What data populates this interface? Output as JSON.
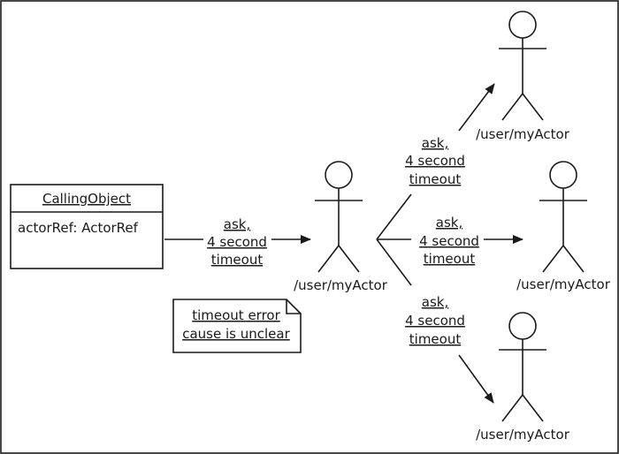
{
  "calling_object": {
    "name": "CallingObject",
    "attribute": "actorRef: ActorRef"
  },
  "note": {
    "line1": "timeout error",
    "line2": "cause is unclear"
  },
  "actors": {
    "center": "/user/myActor",
    "top": "/user/myActor",
    "middle": "/user/myActor",
    "bottom": "/user/myActor"
  },
  "messages": {
    "main": {
      "line1": "ask,",
      "line2": "4 second",
      "line3": "timeout"
    },
    "to_top": {
      "line1": "ask,",
      "line2": "4 second",
      "line3": "timeout"
    },
    "to_middle": {
      "line1": "ask,",
      "line2": "4 second",
      "line3": "timeout"
    },
    "to_bottom": {
      "line1": "ask,",
      "line2": "4 second",
      "line3": "timeout"
    }
  }
}
